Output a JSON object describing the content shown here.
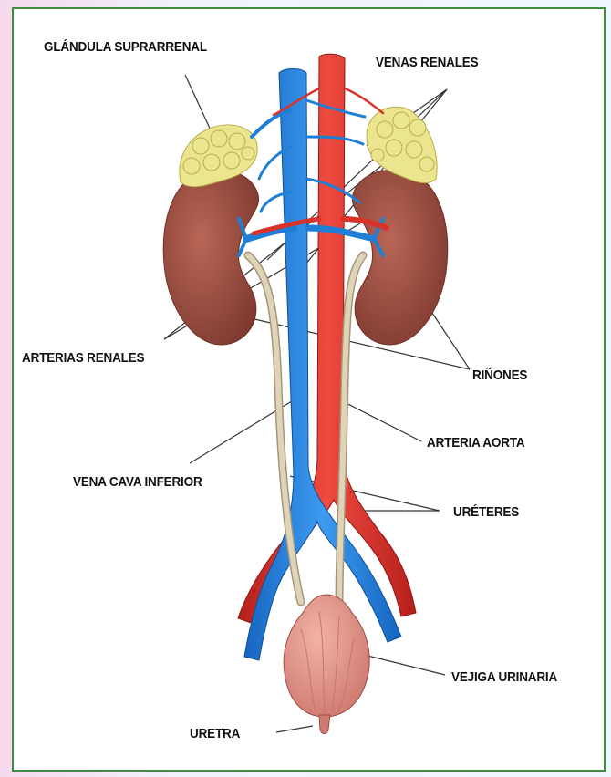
{
  "labels": {
    "adrenal_gland": "GLÁNDULA SUPRARRENAL",
    "renal_veins": "VENAS RENALES",
    "renal_arteries": "ARTERIAS RENALES",
    "kidneys": "RIÑONES",
    "aorta": "ARTERIA AORTA",
    "inferior_vena_cava": "VENA CAVA INFERIOR",
    "ureters": "URÉTERES",
    "bladder": "VEJIGA URINARIA",
    "urethra": "URETRA"
  },
  "colors": {
    "frame_border": "#3f8f3f",
    "artery": "#d9322b",
    "vein": "#1f7fd6",
    "kidney": "#9b4a3c",
    "adrenal": "#ece58f",
    "ureter": "#d6c8ac",
    "bladder": "#df8f84",
    "leader_line": "#333333"
  }
}
